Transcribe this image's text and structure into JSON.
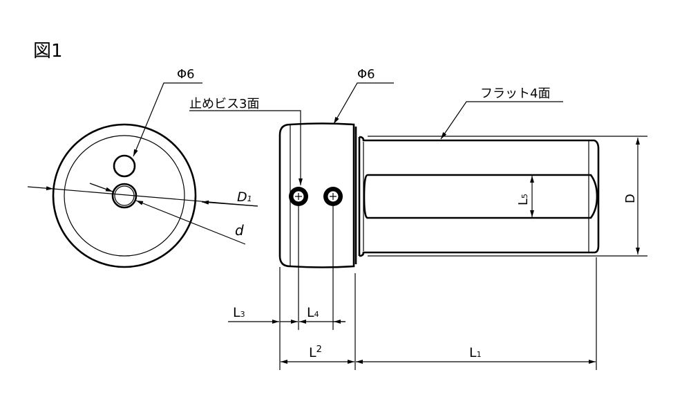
{
  "figure_title": "図1",
  "labels": {
    "phi6_front": "Φ6",
    "phi6_side": "Φ6",
    "set_screw": "止めビス3面",
    "flat": "フラット4面",
    "D1": "D",
    "D1_sub": "1",
    "d": "d",
    "D": "D",
    "L5": "L",
    "L5_sub": "5",
    "L1": "L",
    "L1_sub": "1",
    "L2": "L",
    "L2_sub": "2",
    "L3": "L",
    "L3_sub": "3",
    "L4": "L",
    "L4_sub": "4"
  },
  "colors": {
    "line": "#000000",
    "background": "#ffffff"
  }
}
